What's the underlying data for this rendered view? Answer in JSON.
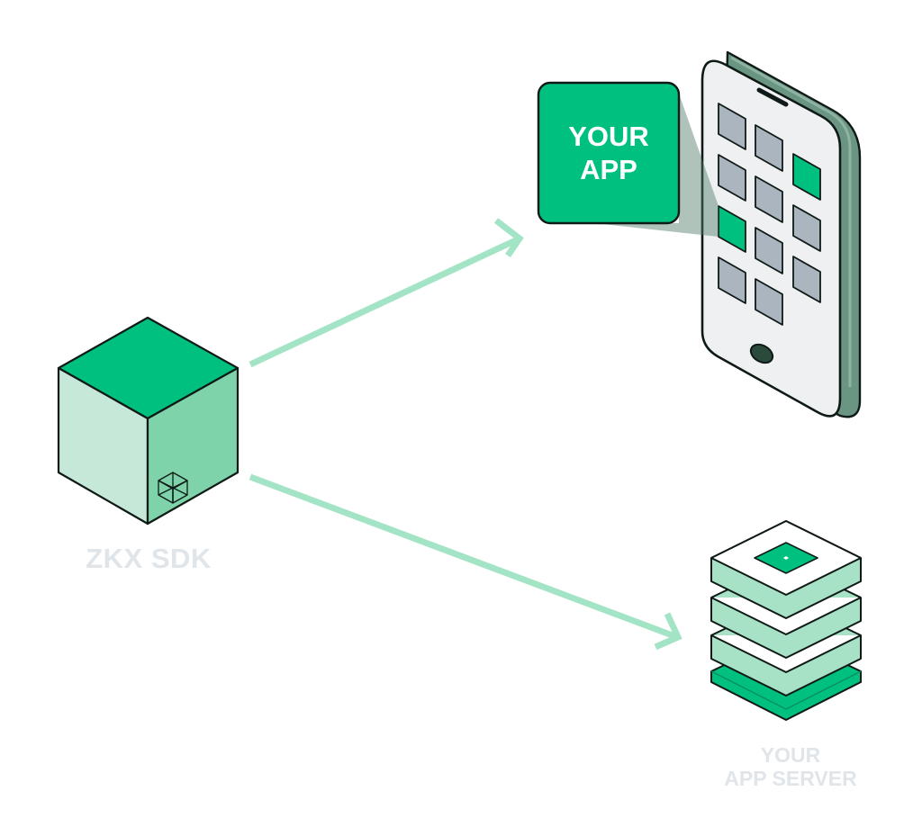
{
  "sdk": {
    "label": "ZKX SDK"
  },
  "app": {
    "label_line1": "YOUR",
    "label_line2": "APP"
  },
  "server": {
    "label_line1": "YOUR",
    "label_line2": "APP SERVER"
  },
  "colors": {
    "primary_green": "#00C07F",
    "light_green": "#C6E8D9",
    "mid_green": "#7FD3AA",
    "arrow_green": "#A3E4C6",
    "phone_frame": "#EEF0F2",
    "phone_side": "#6B9583",
    "app_icon_gray": "#ABB5C0",
    "outline": "#0F1A16",
    "label_gray": "#E0E5EA"
  }
}
